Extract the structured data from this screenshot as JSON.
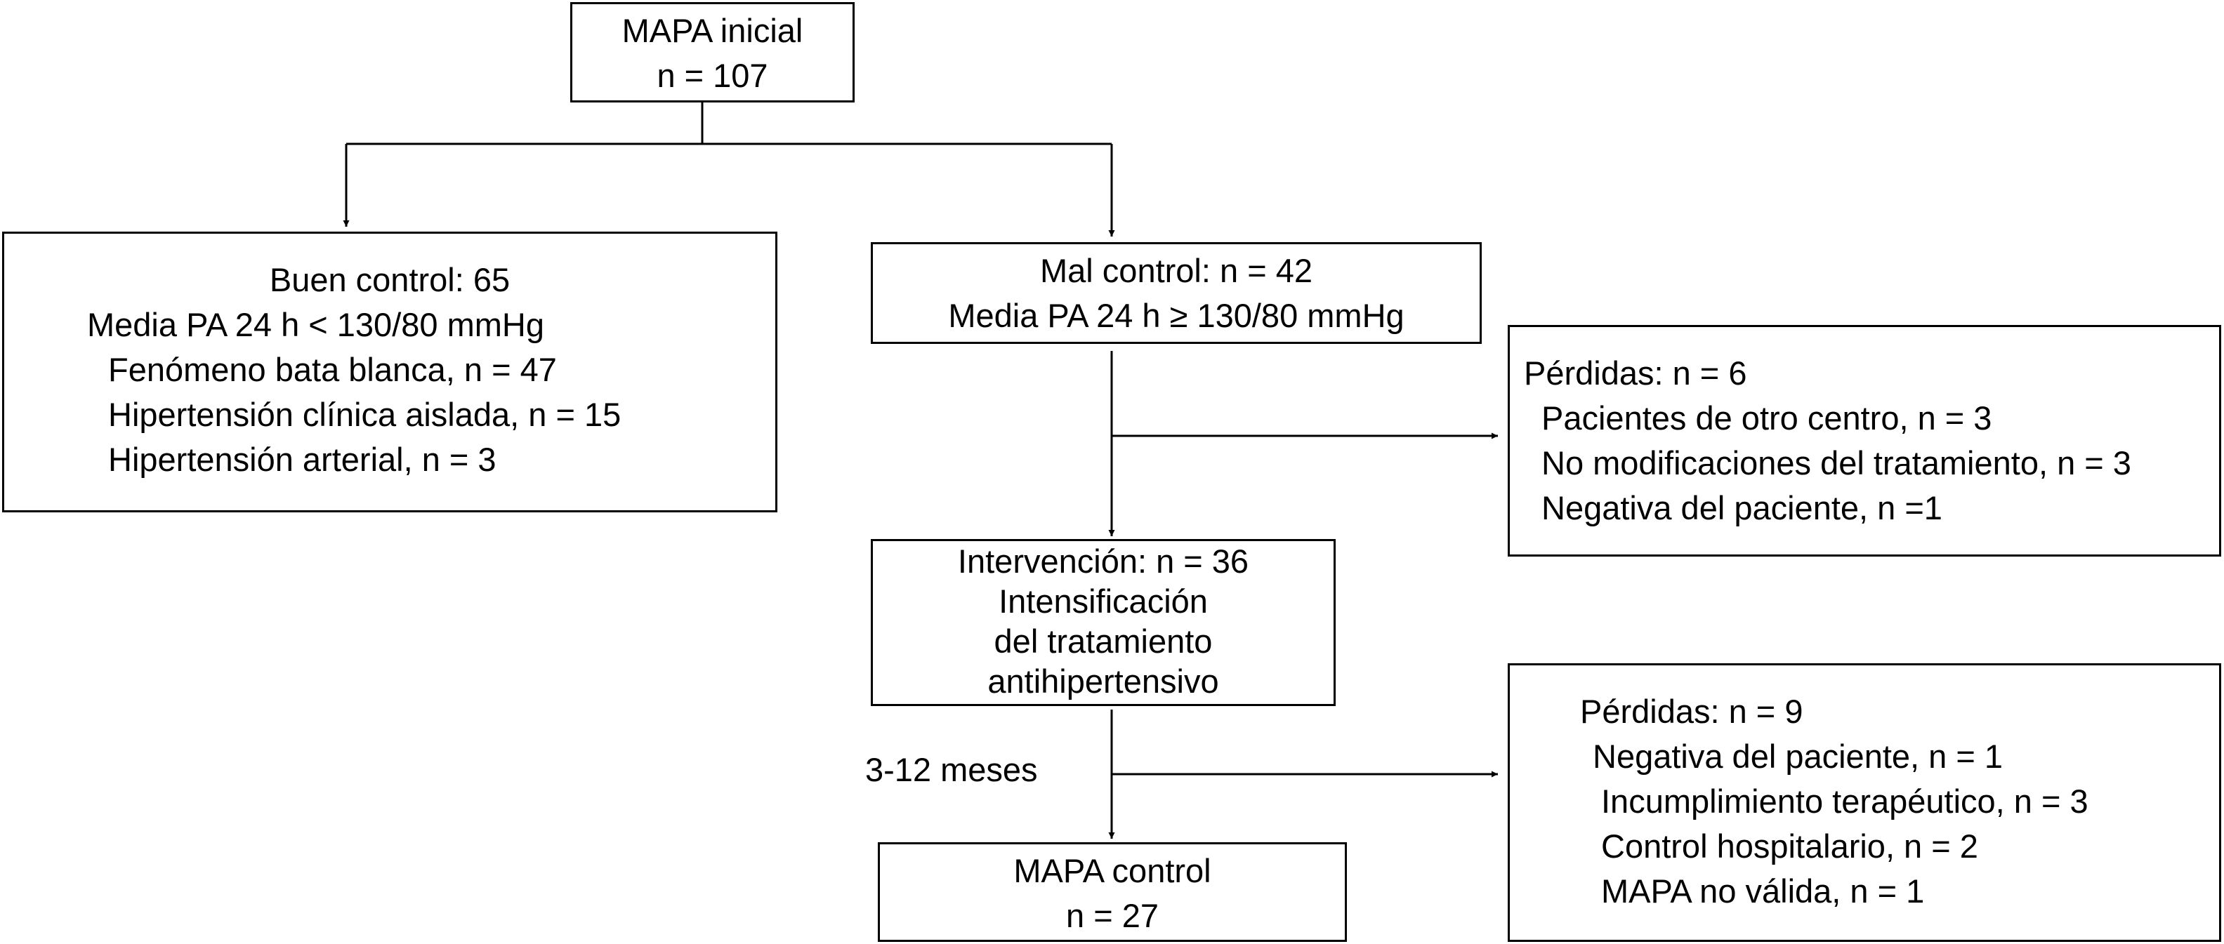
{
  "diagram": {
    "initial": {
      "line1": "MAPA inicial",
      "line2": "n = 107"
    },
    "good_control": {
      "line1": "Buen control: 65",
      "line2": "Media PA 24 h < 130/80 mmHg",
      "line3": "Fenómeno bata blanca, n = 47",
      "line4": "Hipertensión clínica aislada, n = 15",
      "line5": "Hipertensión arterial, n = 3"
    },
    "bad_control": {
      "line1": "Mal control: n = 42",
      "line2": "Media PA 24 h ≥ 130/80 mmHg"
    },
    "losses_1": {
      "line1": "Pérdidas: n = 6",
      "line2": "Pacientes de otro centro, n = 3",
      "line3": "No modificaciones del tratamiento, n = 3",
      "line4": "Negativa del paciente, n =1"
    },
    "intervention": {
      "line1": "Intervención: n = 36",
      "line2": "Intensificación",
      "line3": "del tratamiento",
      "line4": "antihipertensivo"
    },
    "period_label": "3-12 meses",
    "losses_2": {
      "line1": "Pérdidas: n = 9",
      "line2": "Negativa del paciente, n = 1",
      "line3": "Incumplimiento terapéutico, n = 3",
      "line4": "Control hospitalario, n = 2",
      "line5": "MAPA no válida, n = 1"
    },
    "final": {
      "line1": "MAPA control",
      "line2": "n = 27"
    }
  }
}
